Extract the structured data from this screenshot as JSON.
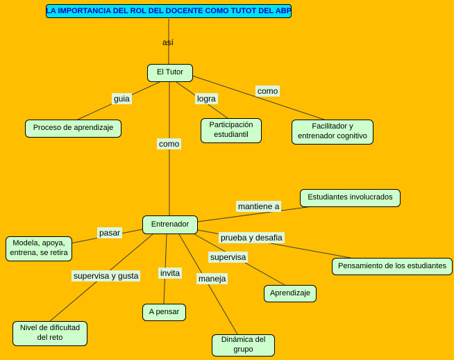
{
  "title": {
    "label": "LA IMPORTANCIA DEL ROL DEL DOCENTE COMO TUTOT DEL ABP"
  },
  "nodes": {
    "el_tutor": "El Tutor",
    "proceso": "Proceso de aprendizaje",
    "participacion": "Participación estudiantil",
    "facilitador": "Facilitador y entrenador cognitivo",
    "estudiantes": "Estudiantes involucrados",
    "entrenador": "Entrenador",
    "modela": "Modela, apoya, entrena, se retira",
    "pensamiento": "Pensamiento de los estudiantes",
    "aprendizaje": "Aprendizaje",
    "a_pensar": "A pensar",
    "nivel": "Nivel de dificultad del reto",
    "dinamica": "Dinámica del grupo"
  },
  "links": {
    "asi": "así",
    "guia": "guia",
    "logra": "logra",
    "como_right": "como",
    "como_mid": "como",
    "mantiene": "mantiene a",
    "pasar": "pasar",
    "prueba": "prueba y desafia",
    "supervisa": "supervisa",
    "supervisa_gusta": "supervisa y gusta",
    "invita": "invita",
    "maneja": "maneja"
  },
  "colors": {
    "background": "#FFBE00",
    "node_fill": "#CCFFCC",
    "node_border": "#000000",
    "title_fill": "#00E1F2",
    "title_text": "#0000C8",
    "line": "#3b3b3b",
    "label_fill": "#DCF5DC"
  }
}
